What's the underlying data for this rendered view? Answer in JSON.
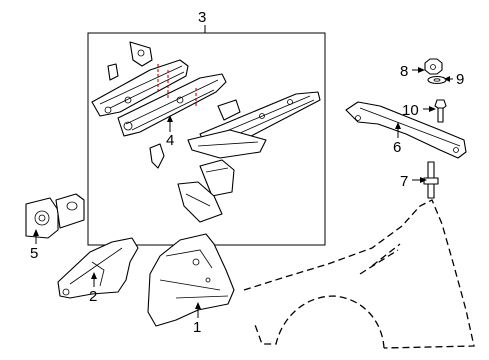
{
  "diagram": {
    "callouts": [
      {
        "key": "c1",
        "text": "1"
      },
      {
        "key": "c2",
        "text": "2"
      },
      {
        "key": "c3",
        "text": "3"
      },
      {
        "key": "c4",
        "text": "4"
      },
      {
        "key": "c5",
        "text": "5"
      },
      {
        "key": "c6",
        "text": "6"
      },
      {
        "key": "c7",
        "text": "7"
      },
      {
        "key": "c8",
        "text": "8"
      },
      {
        "key": "c9",
        "text": "9"
      },
      {
        "key": "c10",
        "text": "10"
      }
    ],
    "colors": {
      "line": "#000000",
      "highlight": "#cc0000",
      "background": "#ffffff"
    }
  }
}
